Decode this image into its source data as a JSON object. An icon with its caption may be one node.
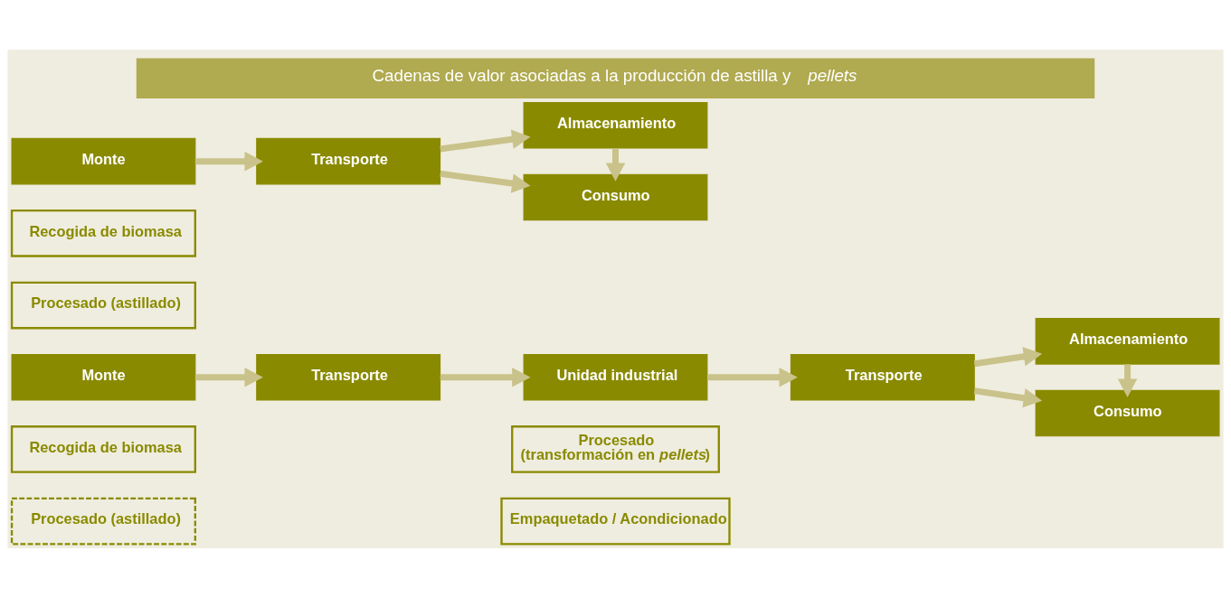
{
  "diagram": {
    "title": "Cadenas de valor asociadas a la producción de astilla y *pellets*",
    "nodes": [
      {
        "text": [
          "Monte"
        ]
      },
      {
        "text": [
          "Transporte"
        ]
      },
      {
        "text": [
          "Almacenamiento"
        ]
      },
      {
        "text": [
          "Consumo"
        ]
      },
      {
        "text": [
          "Recogida de biomasa"
        ]
      },
      {
        "text": [
          "Procesado (astillado)"
        ]
      },
      {
        "text": [
          "Monte"
        ]
      },
      {
        "text": [
          "Transporte"
        ]
      },
      {
        "text": [
          "Unidad industrial"
        ]
      },
      {
        "text": [
          "Transporte"
        ]
      },
      {
        "text": [
          "Almacenamiento"
        ]
      },
      {
        "text": [
          "Consumo"
        ]
      },
      {
        "text": [
          "Recogida de biomasa"
        ]
      },
      {
        "text": [
          "Procesado (astillado)"
        ]
      },
      {
        "text": [
          "Procesado",
          "(transformación en *pellets*)"
        ]
      },
      {
        "text": [
          "Empaquetado / Acondicionado"
        ]
      }
    ],
    "edges": [
      {
        "from": 0,
        "to": 1,
        "arrow": "to"
      },
      {
        "from": 1,
        "to": 2,
        "arrow": "to"
      },
      {
        "from": 1,
        "to": 3,
        "arrow": "to"
      },
      {
        "from": 2,
        "to": 3,
        "arrow": "to"
      },
      {
        "from": 6,
        "to": 7,
        "arrow": "to"
      },
      {
        "from": 7,
        "to": 8,
        "arrow": "to"
      },
      {
        "from": 8,
        "to": 9,
        "arrow": "to"
      },
      {
        "from": 9,
        "to": 10,
        "arrow": "to"
      },
      {
        "from": 9,
        "to": 11,
        "arrow": "to"
      },
      {
        "from": 10,
        "to": 11,
        "arrow": "to"
      }
    ]
  }
}
